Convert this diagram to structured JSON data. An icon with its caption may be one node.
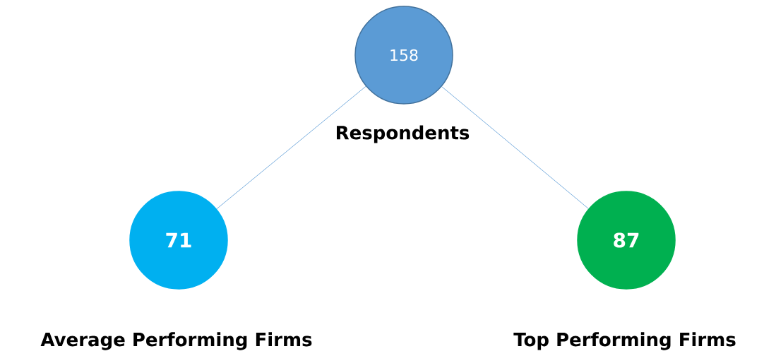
{
  "diagram": {
    "nodes": [
      {
        "text": [
          "158"
        ],
        "beside": [
          "Respondents"
        ]
      },
      {
        "text": [
          "71"
        ],
        "beside": [
          "Average Performing Firms"
        ]
      },
      {
        "text": [
          "87"
        ],
        "beside": [
          "Top Performing Firms"
        ]
      }
    ],
    "edges": [
      {
        "from": 0,
        "to": 1,
        "arrow": "none"
      },
      {
        "from": 0,
        "to": 2,
        "arrow": "none"
      }
    ]
  }
}
